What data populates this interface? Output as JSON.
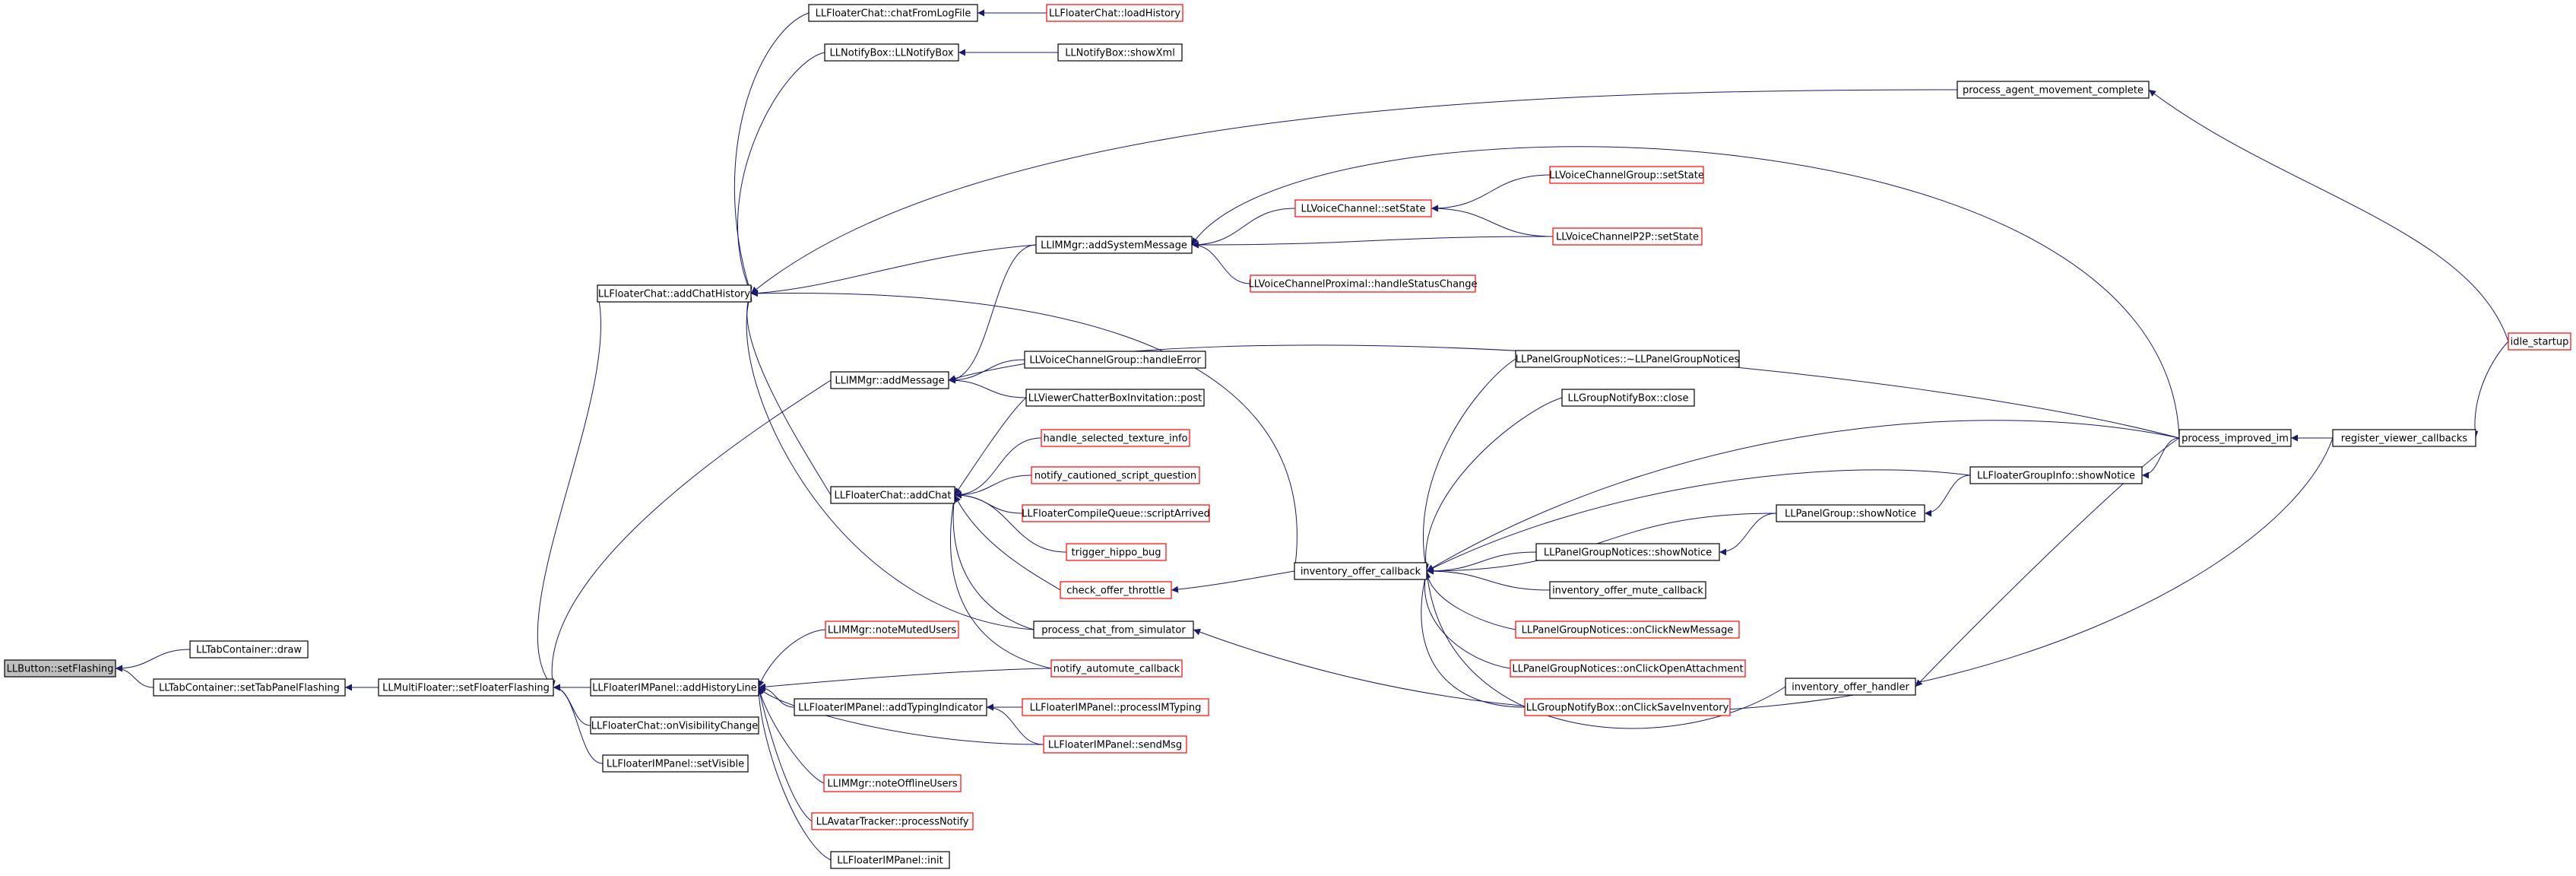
{
  "diagram": {
    "type": "call-graph",
    "colors": {
      "edge": "#191970",
      "root_fill": "#bfbfbf",
      "normal_border": "#000000",
      "truncated_border": "#ff0000",
      "background": "#ffffff"
    },
    "nodes": [
      {
        "id": "n0",
        "label": "LLButton::setFlashing",
        "style": "root"
      },
      {
        "id": "n1",
        "label": "LLTabContainer::draw",
        "style": "normal"
      },
      {
        "id": "n2",
        "label": "LLTabContainer::setTabPanelFlashing",
        "style": "normal"
      },
      {
        "id": "n3",
        "label": "LLMultiFloater::setFloaterFlashing",
        "style": "normal"
      },
      {
        "id": "n4",
        "label": "LLFloaterChat::addChatHistory",
        "style": "normal"
      },
      {
        "id": "n5",
        "label": "LLIMMgr::addMessage",
        "style": "normal"
      },
      {
        "id": "n6",
        "label": "LLFloaterChat::addChat",
        "style": "normal"
      },
      {
        "id": "n7",
        "label": "LLFloaterIMPanel::addHistoryLine",
        "style": "normal"
      },
      {
        "id": "n8",
        "label": "LLFloaterChat::onVisibilityChange",
        "style": "normal"
      },
      {
        "id": "n9",
        "label": "LLFloaterIMPanel::setVisible",
        "style": "normal"
      },
      {
        "id": "n10",
        "label": "LLFloaterChat::chatFromLogFile",
        "style": "normal"
      },
      {
        "id": "n11",
        "label": "LLFloaterChat::loadHistory",
        "style": "truncated"
      },
      {
        "id": "n12",
        "label": "LLNotifyBox::LLNotifyBox",
        "style": "normal"
      },
      {
        "id": "n13",
        "label": "LLNotifyBox::showXml",
        "style": "normal"
      },
      {
        "id": "n14",
        "label": "LLIMMgr::addSystemMessage",
        "style": "normal"
      },
      {
        "id": "n15",
        "label": "LLVoiceChannel::setState",
        "style": "truncated"
      },
      {
        "id": "n16",
        "label": "LLVoiceChannelGroup::setState",
        "style": "truncated"
      },
      {
        "id": "n17",
        "label": "LLVoiceChannelP2P::setState",
        "style": "truncated"
      },
      {
        "id": "n18",
        "label": "LLVoiceChannelProximal::handleStatusChange",
        "style": "truncated"
      },
      {
        "id": "n19",
        "label": "LLVoiceChannelGroup::handleError",
        "style": "normal"
      },
      {
        "id": "n20",
        "label": "LLViewerChatterBoxInvitation::post",
        "style": "normal"
      },
      {
        "id": "n21",
        "label": "handle_selected_texture_info",
        "style": "truncated"
      },
      {
        "id": "n22",
        "label": "notify_cautioned_script_question",
        "style": "truncated"
      },
      {
        "id": "n23",
        "label": "LLFloaterCompileQueue::scriptArrived",
        "style": "truncated"
      },
      {
        "id": "n24",
        "label": "trigger_hippo_bug",
        "style": "truncated"
      },
      {
        "id": "n25",
        "label": "check_offer_throttle",
        "style": "truncated"
      },
      {
        "id": "n26",
        "label": "process_chat_from_simulator",
        "style": "normal"
      },
      {
        "id": "n27",
        "label": "notify_automute_callback",
        "style": "truncated"
      },
      {
        "id": "n28",
        "label": "LLIMMgr::noteMutedUsers",
        "style": "truncated"
      },
      {
        "id": "n29",
        "label": "LLFloaterIMPanel::addTypingIndicator",
        "style": "normal"
      },
      {
        "id": "n30",
        "label": "LLFloaterIMPanel::processIMTyping",
        "style": "truncated"
      },
      {
        "id": "n31",
        "label": "LLFloaterIMPanel::sendMsg",
        "style": "truncated"
      },
      {
        "id": "n32",
        "label": "LLIMMgr::noteOfflineUsers",
        "style": "truncated"
      },
      {
        "id": "n33",
        "label": "LLAvatarTracker::processNotify",
        "style": "truncated"
      },
      {
        "id": "n34",
        "label": "LLFloaterIMPanel::init",
        "style": "normal"
      },
      {
        "id": "n35",
        "label": "inventory_offer_callback",
        "style": "normal"
      },
      {
        "id": "n36",
        "label": "LLPanelGroupNotices::~LLPanelGroupNotices",
        "style": "normal"
      },
      {
        "id": "n37",
        "label": "LLGroupNotifyBox::close",
        "style": "normal"
      },
      {
        "id": "n38",
        "label": "LLPanelGroupNotices::showNotice",
        "style": "normal"
      },
      {
        "id": "n39",
        "label": "inventory_offer_mute_callback",
        "style": "normal"
      },
      {
        "id": "n40",
        "label": "LLPanelGroupNotices::onClickNewMessage",
        "style": "truncated"
      },
      {
        "id": "n41",
        "label": "LLPanelGroupNotices::onClickOpenAttachment",
        "style": "truncated"
      },
      {
        "id": "n42",
        "label": "LLGroupNotifyBox::onClickSaveInventory",
        "style": "truncated"
      },
      {
        "id": "n43",
        "label": "LLPanelGroup::showNotice",
        "style": "normal"
      },
      {
        "id": "n44",
        "label": "LLFloaterGroupInfo::showNotice",
        "style": "normal"
      },
      {
        "id": "n45",
        "label": "inventory_offer_handler",
        "style": "normal"
      },
      {
        "id": "n46",
        "label": "process_improved_im",
        "style": "normal"
      },
      {
        "id": "n47",
        "label": "register_viewer_callbacks",
        "style": "normal"
      },
      {
        "id": "n48",
        "label": "process_agent_movement_complete",
        "style": "normal"
      },
      {
        "id": "n49",
        "label": "idle_startup",
        "style": "truncated"
      }
    ],
    "edges": [
      {
        "from": "n1",
        "to": "n0"
      },
      {
        "from": "n2",
        "to": "n0"
      },
      {
        "from": "n3",
        "to": "n2"
      },
      {
        "from": "n4",
        "to": "n3"
      },
      {
        "from": "n5",
        "to": "n3"
      },
      {
        "from": "n7",
        "to": "n3"
      },
      {
        "from": "n8",
        "to": "n3"
      },
      {
        "from": "n9",
        "to": "n3"
      },
      {
        "from": "n10",
        "to": "n4"
      },
      {
        "from": "n12",
        "to": "n4"
      },
      {
        "from": "n48",
        "to": "n4"
      },
      {
        "from": "n14",
        "to": "n4"
      },
      {
        "from": "n35",
        "to": "n4"
      },
      {
        "from": "n6",
        "to": "n4"
      },
      {
        "from": "n26",
        "to": "n4"
      },
      {
        "from": "n11",
        "to": "n10"
      },
      {
        "from": "n13",
        "to": "n12"
      },
      {
        "from": "n14",
        "to": "n5"
      },
      {
        "from": "n19",
        "to": "n5"
      },
      {
        "from": "n20",
        "to": "n5"
      },
      {
        "from": "n46",
        "to": "n5"
      },
      {
        "from": "n15",
        "to": "n14"
      },
      {
        "from": "n17",
        "to": "n14"
      },
      {
        "from": "n18",
        "to": "n14"
      },
      {
        "from": "n46",
        "to": "n14"
      },
      {
        "from": "n16",
        "to": "n15"
      },
      {
        "from": "n17",
        "to": "n15"
      },
      {
        "from": "n21",
        "to": "n6"
      },
      {
        "from": "n22",
        "to": "n6"
      },
      {
        "from": "n23",
        "to": "n6"
      },
      {
        "from": "n24",
        "to": "n6"
      },
      {
        "from": "n25",
        "to": "n6"
      },
      {
        "from": "n26",
        "to": "n6"
      },
      {
        "from": "n27",
        "to": "n6"
      },
      {
        "from": "n20",
        "to": "n6"
      },
      {
        "from": "n35",
        "to": "n25"
      },
      {
        "from": "n28",
        "to": "n7"
      },
      {
        "from": "n27",
        "to": "n7"
      },
      {
        "from": "n29",
        "to": "n7"
      },
      {
        "from": "n31",
        "to": "n7"
      },
      {
        "from": "n32",
        "to": "n7"
      },
      {
        "from": "n33",
        "to": "n7"
      },
      {
        "from": "n34",
        "to": "n7"
      },
      {
        "from": "n30",
        "to": "n29"
      },
      {
        "from": "n31",
        "to": "n29"
      },
      {
        "from": "n36",
        "to": "n35"
      },
      {
        "from": "n37",
        "to": "n35"
      },
      {
        "from": "n38",
        "to": "n35"
      },
      {
        "from": "n39",
        "to": "n35"
      },
      {
        "from": "n40",
        "to": "n35"
      },
      {
        "from": "n41",
        "to": "n35"
      },
      {
        "from": "n42",
        "to": "n35"
      },
      {
        "from": "n45",
        "to": "n35"
      },
      {
        "from": "n46",
        "to": "n35"
      },
      {
        "from": "n43",
        "to": "n35"
      },
      {
        "from": "n44",
        "to": "n35"
      },
      {
        "from": "n43",
        "to": "n38"
      },
      {
        "from": "n44",
        "to": "n43"
      },
      {
        "from": "n46",
        "to": "n44"
      },
      {
        "from": "n46",
        "to": "n45"
      },
      {
        "from": "n47",
        "to": "n46"
      },
      {
        "from": "n47",
        "to": "n26"
      },
      {
        "from": "n49",
        "to": "n47"
      },
      {
        "from": "n49",
        "to": "n48"
      }
    ]
  }
}
